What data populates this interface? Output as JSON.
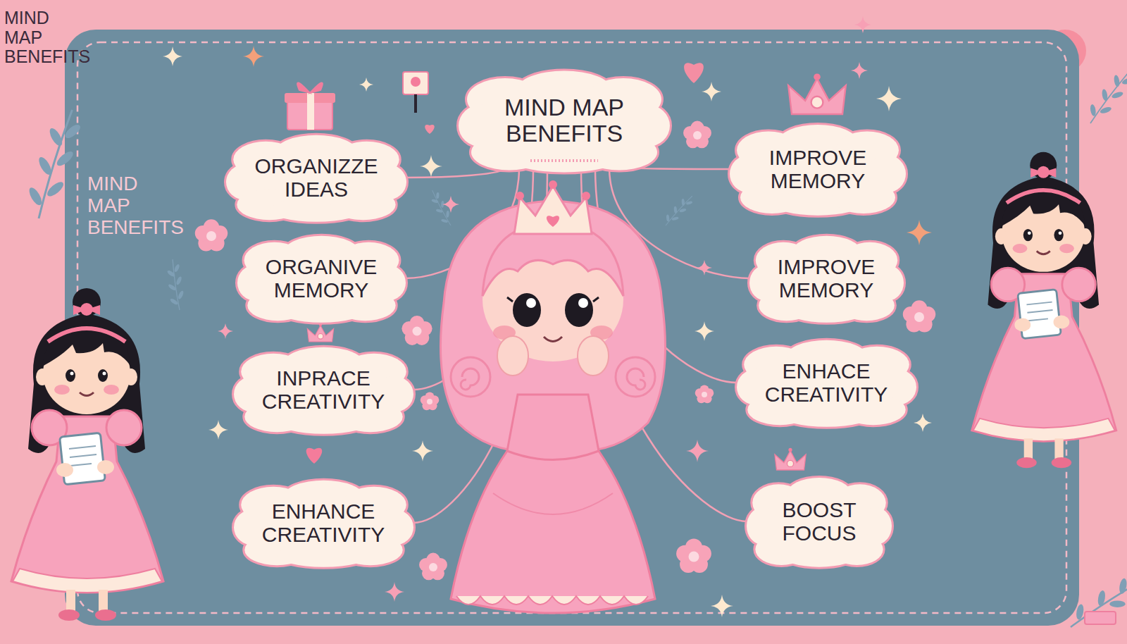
{
  "diagram": {
    "title": "MIND MAP BENEFITS",
    "nodes": [
      {
        "text": [
          "MIND MAP BENEFITS"
        ]
      },
      {
        "text": [
          "ORGANIZZE IDEAS"
        ]
      },
      {
        "text": [
          "ORGANIVE MEMORY"
        ]
      },
      {
        "text": [
          "INPRACE CREATIVITY"
        ]
      },
      {
        "text": [
          "ENHANCE CREATIVITY"
        ]
      },
      {
        "text": [
          "IMPROVE MEMORY"
        ]
      },
      {
        "text": [
          "IMPROVE MEMORY"
        ]
      },
      {
        "text": [
          "ENHACE CREATIVITY"
        ]
      },
      {
        "text": [
          "BOOST FOCUS"
        ]
      }
    ],
    "edges": [
      {
        "from": 0,
        "to": 1,
        "arrow": "none"
      },
      {
        "from": 0,
        "to": 2,
        "arrow": "none"
      },
      {
        "from": 0,
        "to": 3,
        "arrow": "none"
      },
      {
        "from": 0,
        "to": 4,
        "arrow": "none"
      },
      {
        "from": 0,
        "to": 5,
        "arrow": "none"
      },
      {
        "from": 0,
        "to": 6,
        "arrow": "none"
      },
      {
        "from": 0,
        "to": 7,
        "arrow": "none"
      },
      {
        "from": 0,
        "to": 8,
        "arrow": "none"
      }
    ],
    "labels": [
      "MIND MAP BENEFITS"
    ]
  }
}
